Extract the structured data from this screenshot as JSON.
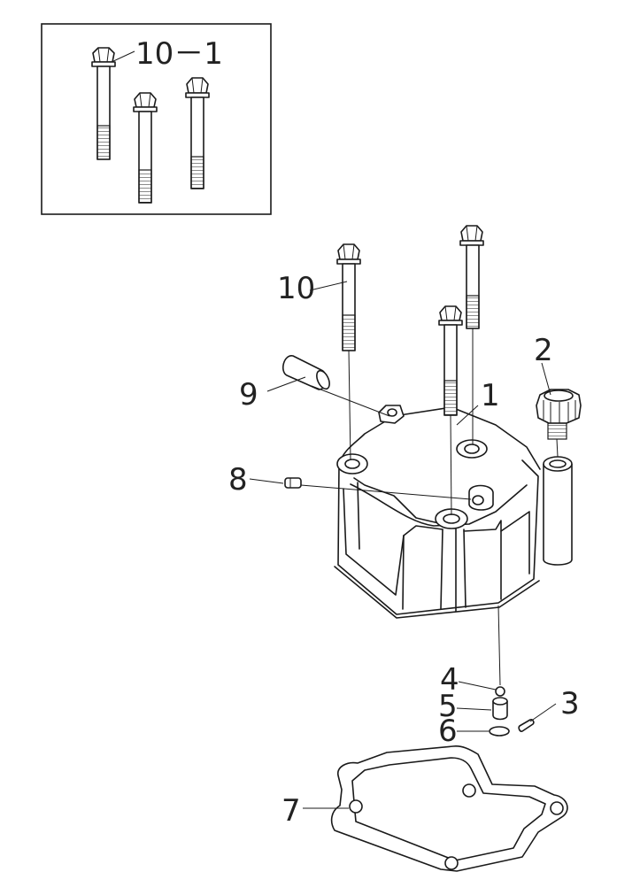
{
  "inset": {
    "callout": "10－1"
  },
  "callouts": {
    "p1": "1",
    "p2": "2",
    "p3": "3",
    "p4": "4",
    "p5": "5",
    "p6": "6",
    "p7": "7",
    "p8": "8",
    "p9": "9",
    "p10": "10"
  }
}
